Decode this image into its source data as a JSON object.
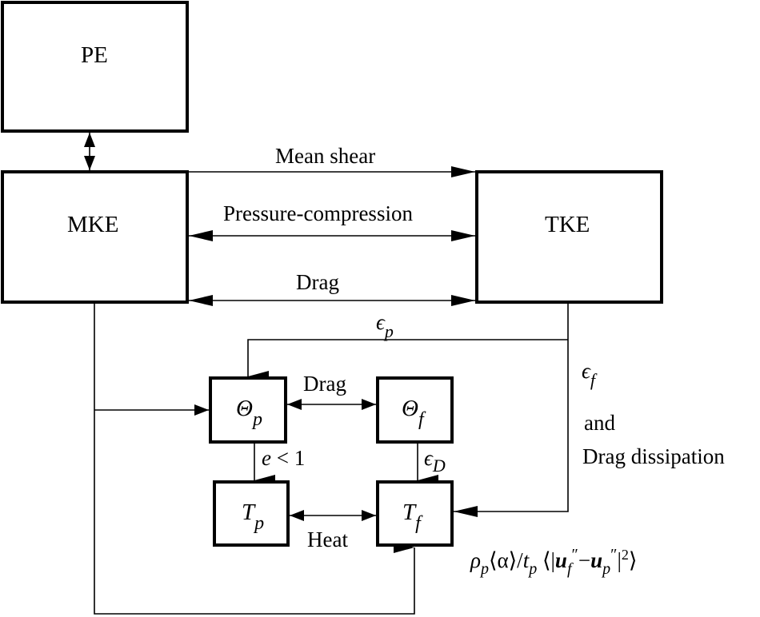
{
  "boxes": {
    "pe": "PE",
    "mke": "MKE",
    "tke": "TKE",
    "theta_p": {
      "symbol": "Θ",
      "sub": "p"
    },
    "theta_f": {
      "symbol": "Θ",
      "sub": "f"
    },
    "t_p": {
      "symbol": "T",
      "sub": "p"
    },
    "t_f": {
      "symbol": "T",
      "sub": "f"
    }
  },
  "arrows": {
    "mean_shear": "Mean shear",
    "pressure_compression": "Pressure-compression",
    "drag_mke_tke": "Drag",
    "eps_p": {
      "symbol": "ϵ",
      "sub": "p"
    },
    "eps_f": {
      "symbol": "ϵ",
      "sub": "f"
    },
    "and": "and",
    "drag_dissipation": "Drag dissipation",
    "drag_theta": "Drag",
    "restitution": {
      "var": "e",
      "rel": " < 1"
    },
    "eps_d": {
      "symbol": "ϵ",
      "sub": "D"
    },
    "heat": "Heat",
    "dissipation_formula": {
      "rho": "ρ",
      "rho_sub": "p",
      "alpha_part": "⟨α⟩/",
      "t": "t",
      "t_sub": "p",
      "open": " ⟨|",
      "u1": "u",
      "u1_sub": "f",
      "prime1": "″",
      "minus": "−",
      "u2": "u",
      "u2_sub": "p",
      "prime2": "″",
      "close": "|",
      "exp": "2",
      "end": "⟩"
    }
  }
}
